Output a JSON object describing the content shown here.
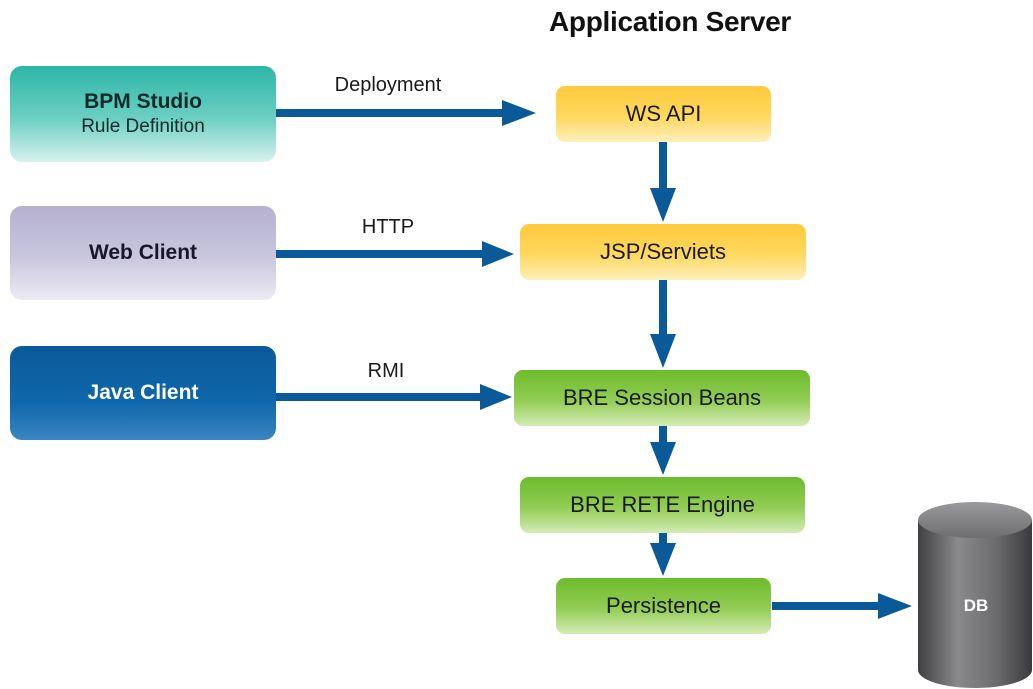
{
  "title": "Application Server",
  "clients": {
    "bpm": {
      "name": "BPM Studio",
      "sub": "Rule Definition"
    },
    "web": {
      "name": "Web Client"
    },
    "java": {
      "name": "Java Client"
    }
  },
  "components": {
    "ws_api": "WS API",
    "jsp": "JSP/Serviets",
    "session_beans": "BRE Session Beans",
    "rete": "BRE RETE Engine",
    "persistence": "Persistence"
  },
  "connections": {
    "deployment": "Deployment",
    "http": "HTTP",
    "rmi": "RMI"
  },
  "database": {
    "label": "DB"
  },
  "colors": {
    "arrow": "#0a5a9a",
    "bpm": "#2cb6a6",
    "web": "#b5b1d0",
    "java": "#0a5a9a",
    "yellow": "#ffc93a",
    "green": "#6dbb2c",
    "db": "#5c5c5e"
  }
}
